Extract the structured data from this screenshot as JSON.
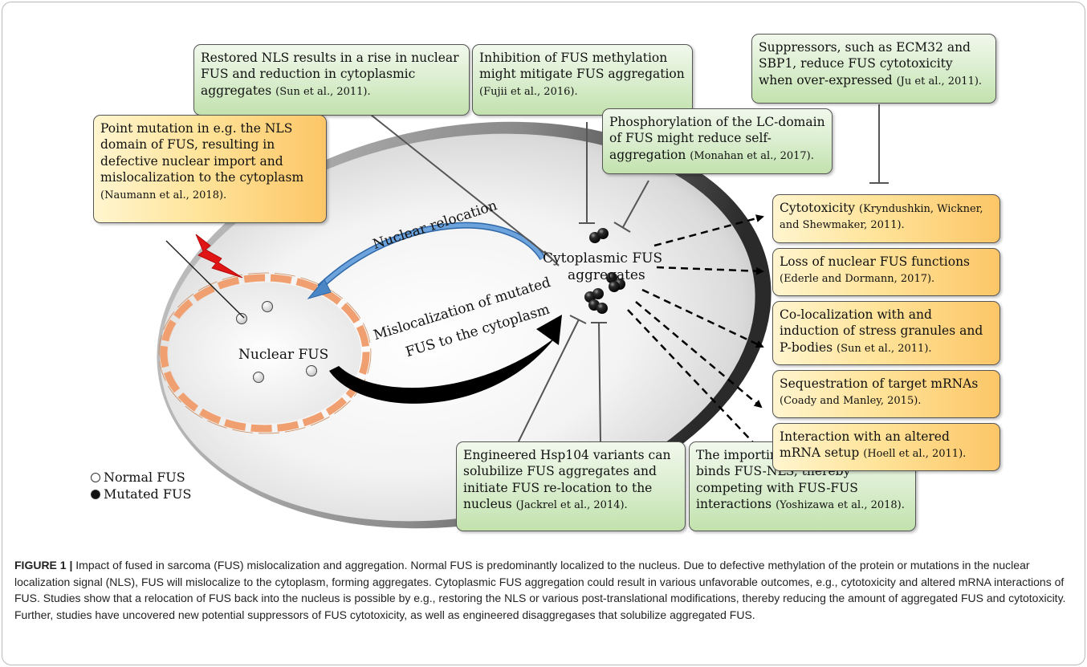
{
  "diagram": {
    "labels": {
      "nuclear_fus": "Nuclear FUS",
      "nuclear_relocation": "Nuclear relocation",
      "cytoplasmic_line1": "Cytoplasmic FUS",
      "cytoplasmic_line2": "aggregates",
      "misloc_line1": "Mislocalization of mutated",
      "misloc_line2": "FUS to the cytoplasm"
    },
    "boxes": {
      "restored_nls": {
        "text": "Restored NLS results in a rise in nuclear FUS and reduction in cytoplasmic aggregates",
        "cite": "(Sun et al., 2011)."
      },
      "methylation": {
        "text": "Inhibition of FUS methylation might mitigate FUS aggregation",
        "cite": "(Fujii et al., 2016)."
      },
      "suppressors": {
        "text": "Suppressors, such as ECM32 and SBP1, reduce FUS cytotoxicity when over-expressed",
        "cite": "(Ju et al., 2011)."
      },
      "point_mutation": {
        "text": "Point mutation in e.g. the NLS domain of FUS, resulting in defective nuclear import and mislocalization to the cytoplasm",
        "cite": "(Naumann et al., 2018)."
      },
      "phosphorylation": {
        "text": "Phosphorylation of the LC-domain of FUS might reduce self-aggregation",
        "cite": "(Monahan et al., 2017)."
      },
      "hsp104": {
        "text": "Engineered Hsp104 variants can solubilize FUS aggregates and initiate FUS re-location to the nucleus",
        "cite": "(Jackrel et al., 2014)."
      },
      "importin": {
        "text": "The importin, karyopherin-β2, binds FUS-NLS, thereby competing with FUS-FUS interactions",
        "cite": "(Yoshizawa et al., 2018)."
      }
    },
    "outcomes": [
      {
        "text": "Cytotoxicity",
        "cite": "(Kryndushkin, Wickner, and Shewmaker, 2011)."
      },
      {
        "text": "Loss of nuclear FUS functions",
        "cite": "(Ederle and Dormann, 2017)."
      },
      {
        "text": "Co-localization with and induction of stress granules and P-bodies",
        "cite": "(Sun et al., 2011)."
      },
      {
        "text": "Sequestration of target mRNAs",
        "cite": "(Coady and Manley, 2015)."
      },
      {
        "text": "Interaction with an altered mRNA setup",
        "cite": "(Hoell et al., 2011)."
      }
    ],
    "legend": {
      "normal": "Normal FUS",
      "mutated": "Mutated FUS"
    },
    "colors": {
      "green_box": "#d4ebc6",
      "yellow_box": "#ffdf8f",
      "nuclear_envelope": "#f0a070",
      "relocation_arrow": "#4a86c5",
      "mislocalization_arrow": "#000000",
      "lightning": "#e01515"
    }
  },
  "caption": {
    "label": "FIGURE 1 |",
    "text": " Impact of fused in sarcoma (FUS) mislocalization and aggregation. Normal FUS is predominantly localized to the nucleus. Due to defective methylation of the protein or mutations in the nuclear localization signal (NLS), FUS will mislocalize to the cytoplasm, forming aggregates. Cytoplasmic FUS aggregation could result in various unfavorable outcomes, e.g., cytotoxicity and altered mRNA interactions of FUS. Studies show that a relocation of FUS back into the nucleus is possible by e.g., restoring the NLS or various post-translational modifications, thereby reducing the amount of aggregated FUS and cytotoxicity. Further, studies have uncovered new potential suppressors of FUS cytotoxicity, as well as engineered disaggregases that solubilize aggregated FUS."
  }
}
